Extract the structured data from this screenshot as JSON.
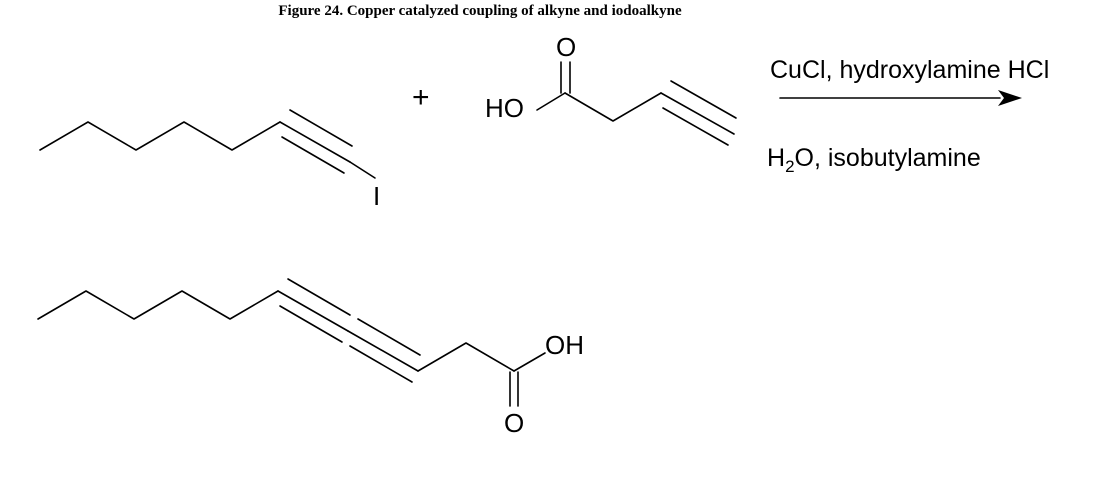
{
  "figure": {
    "caption": "Figure 24. Copper catalyzed coupling of alkyne and iodoalkyne"
  },
  "reactant_1": {
    "atom_iodine": "I"
  },
  "plus_sign": "+",
  "reactant_2": {
    "atom_carbonyl_oxygen": "O",
    "atom_hydroxyl": "HO"
  },
  "conditions": {
    "above_arrow": "CuCl, hydroxylamine HCl",
    "below_arrow_prefix": "H",
    "below_arrow_subscript": "2",
    "below_arrow_suffix": "O, isobutylamine"
  },
  "product": {
    "atom_hydroxyl": "OH",
    "atom_carbonyl_oxygen": "O"
  }
}
